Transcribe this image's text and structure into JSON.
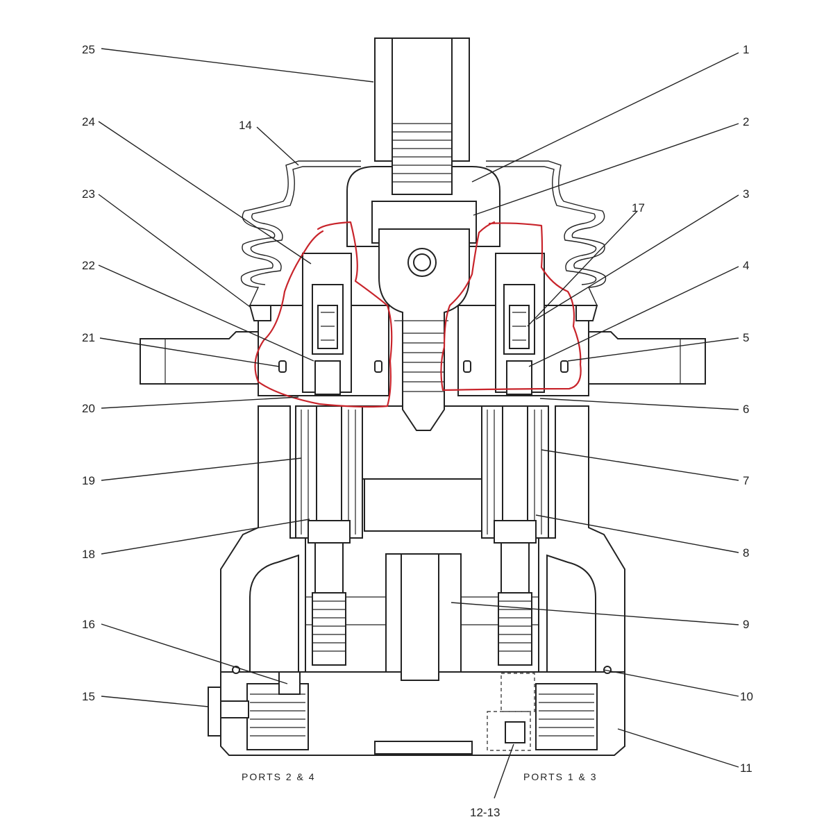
{
  "labels_left": [
    "25",
    "24",
    "14",
    "23",
    "22",
    "21",
    "20",
    "19",
    "18",
    "16",
    "15"
  ],
  "labels_right": [
    "1",
    "2",
    "17",
    "3",
    "4",
    "5",
    "6",
    "7",
    "8",
    "9",
    "10",
    "11"
  ],
  "label_bottom": "12-13",
  "ports_left": "PORTS 2 & 4",
  "ports_right": "PORTS 1 & 3",
  "colors": {
    "linework": "#222222",
    "annotation": "#c8242b",
    "background": "#ffffff"
  }
}
